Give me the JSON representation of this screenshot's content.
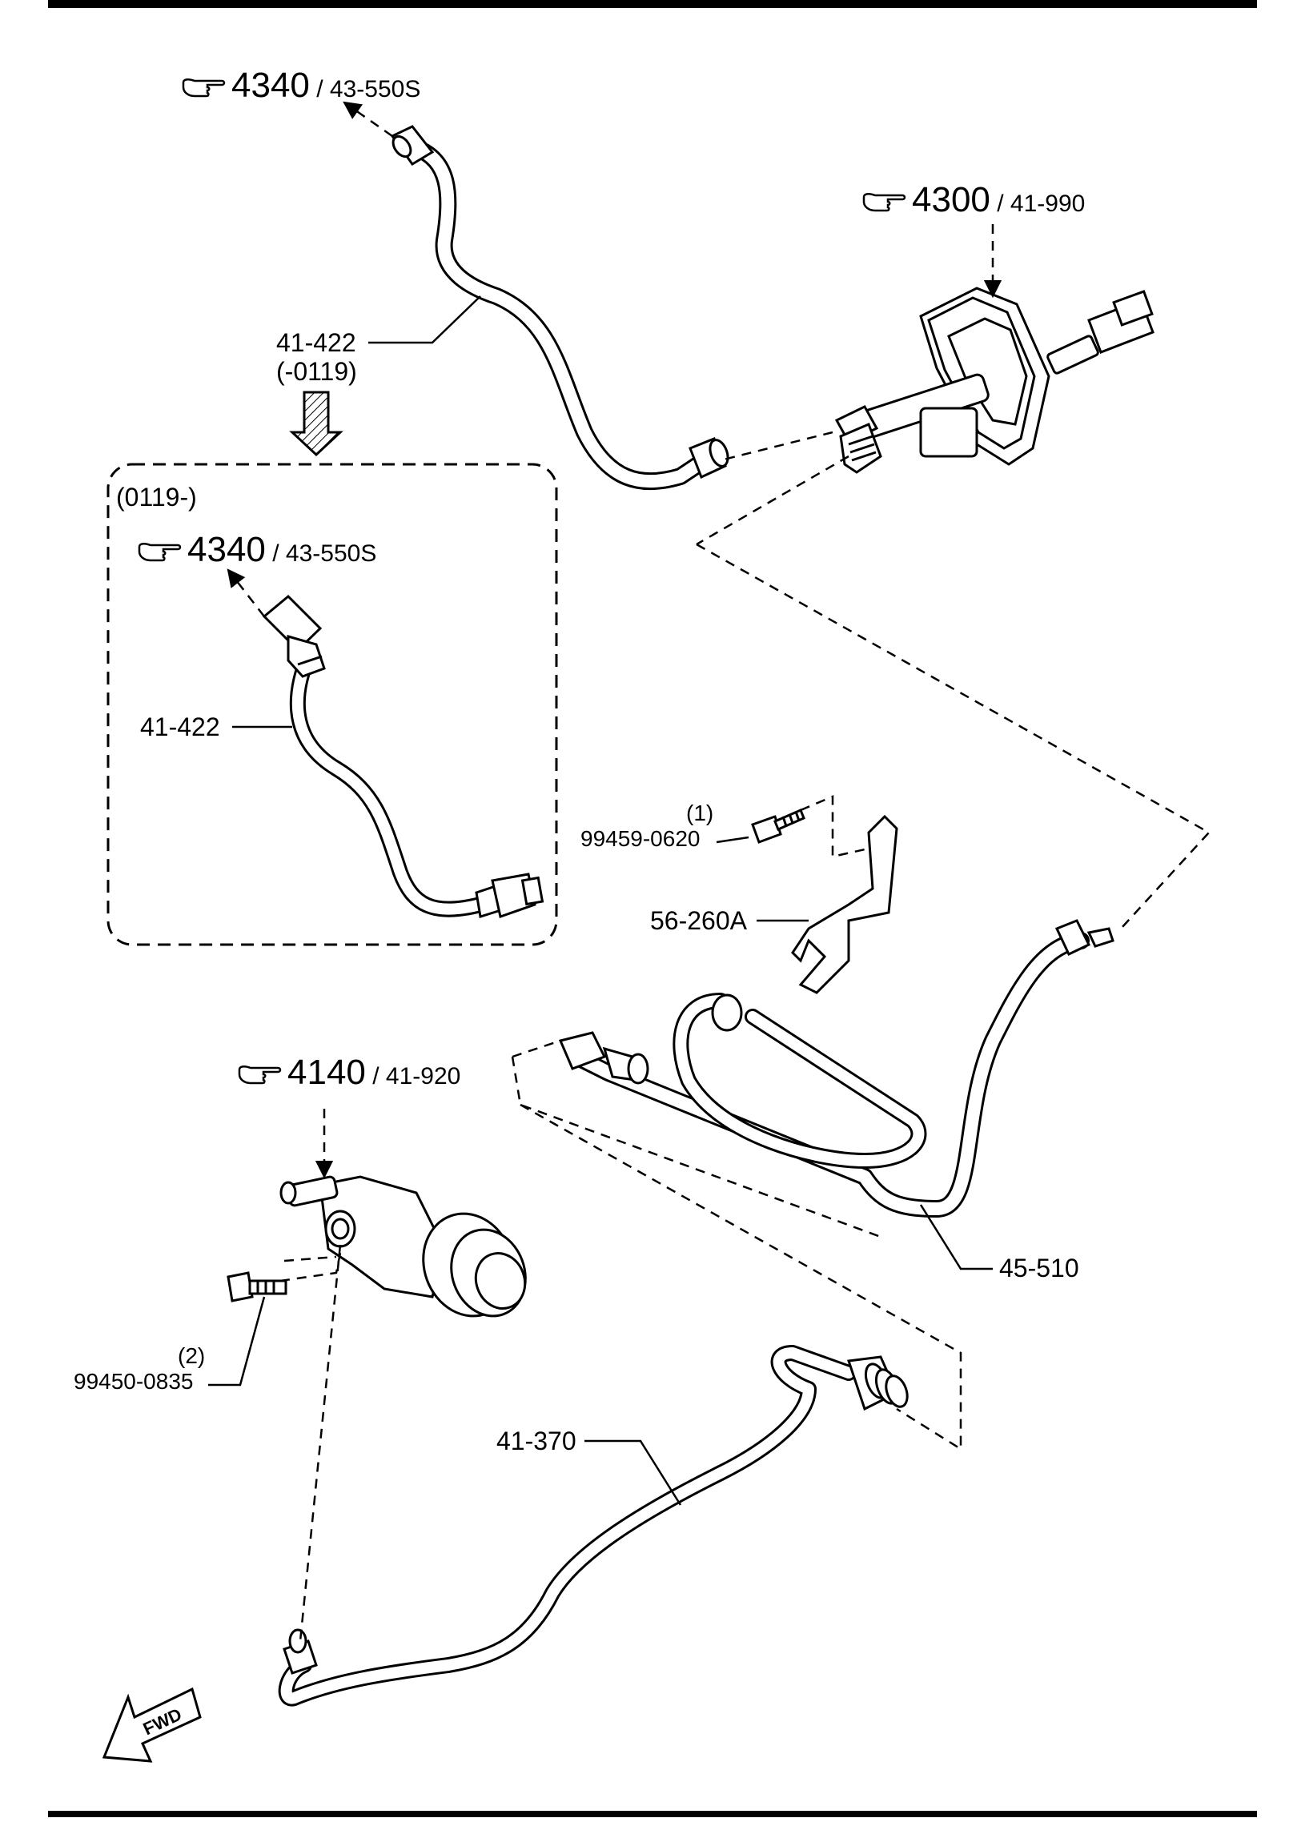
{
  "refs": {
    "top_left": {
      "code": "4340",
      "part": "43-550S"
    },
    "top_right": {
      "code": "4300",
      "part": "41-990"
    },
    "inset": {
      "code": "4340",
      "part": "43-550S"
    },
    "lower": {
      "code": "4140",
      "part": "41-920"
    }
  },
  "labels": {
    "pipe_upper": "41-422",
    "pipe_upper_range": "(-0119)",
    "inset_range": "(0119-)",
    "pipe_inset": "41-422",
    "bolt1_qty": "(1)",
    "bolt1_part": "99459-0620",
    "bracket": "56-260A",
    "hose": "45-510",
    "bolt2_qty": "(2)",
    "bolt2_part": "99450-0835",
    "pipe_lower": "41-370",
    "fwd": "FWD"
  },
  "icons": {
    "reference": "pointing-hand-icon",
    "direction": "fwd-arrow-icon",
    "change": "hatched-down-arrow-icon"
  }
}
